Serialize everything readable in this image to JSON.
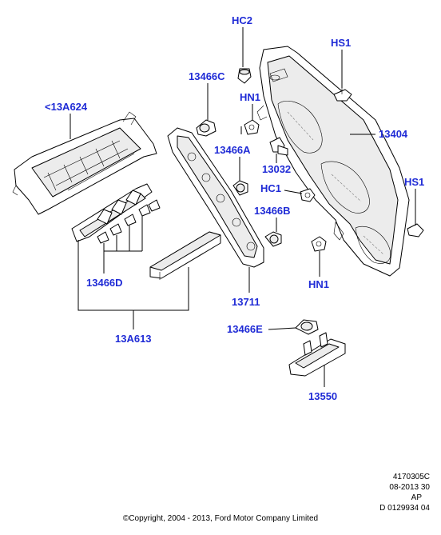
{
  "callouts": {
    "hc2": "HC2",
    "hs1_top": "HS1",
    "c13466c": "13466C",
    "hn1_top": "HN1",
    "c13a624": "<13A624",
    "c13404": "13404",
    "c13466a": "13466A",
    "c13032": "13032",
    "hs1_right": "HS1",
    "hc1": "HC1",
    "c13466b": "13466B",
    "hn1_bottom": "HN1",
    "c13466d": "13466D",
    "c13711": "13711",
    "c13a613": "13A613",
    "c13466e": "13466E",
    "c13550": "13550"
  },
  "footer": {
    "ref_code": "4170305C",
    "date_code": "08-2013 30",
    "market": "AP",
    "doc_id": "D 0129934 04",
    "copyright": "©Copyright, 2004 - 2013, Ford Motor Company Limited"
  },
  "colors": {
    "callout": "#1f2bd6",
    "line": "#000000",
    "background": "#ffffff"
  }
}
